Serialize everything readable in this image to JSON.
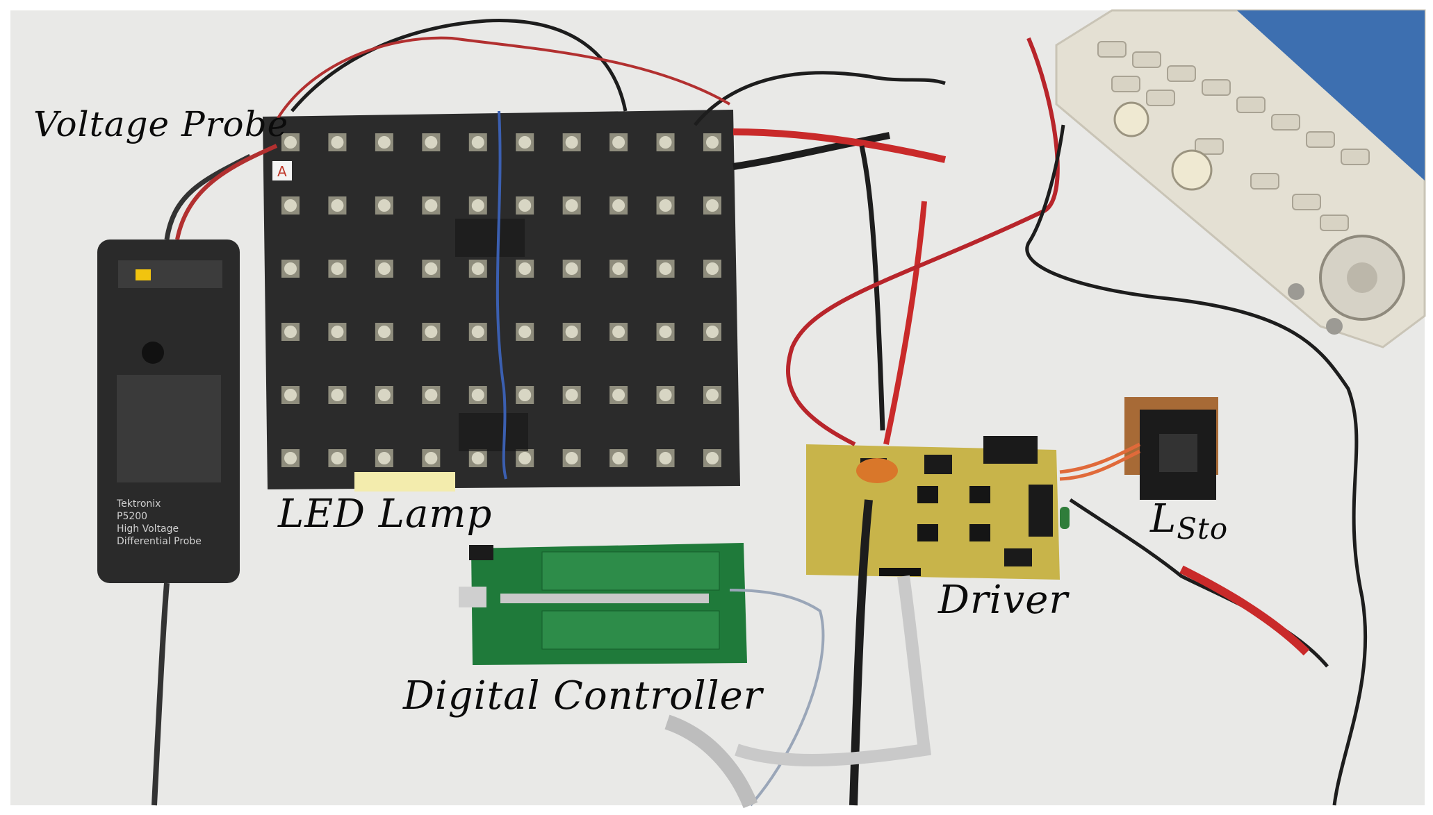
{
  "labels": {
    "voltage_probe": "Voltage Probe",
    "led_lamp": "LED Lamp",
    "digital_controller": "Digital Controller",
    "driver": "Driver",
    "l_main": "L",
    "l_sub": "Sto"
  },
  "probe_text": {
    "brand": "Tektronix",
    "model": "P5200",
    "line1": "High Voltage",
    "line2": "Differential Probe"
  },
  "lamp_tag": "A",
  "colors": {
    "table": "#e9e9e7",
    "lamp_board": "#2b2b2b",
    "led": "#d8d6c4",
    "pcb_green": "#1f7a3a",
    "driver_board": "#c8b44a",
    "probe_red": "#c92a2a",
    "scope_body": "#e6e2d6",
    "scope_screen": "#3d6fb0"
  }
}
